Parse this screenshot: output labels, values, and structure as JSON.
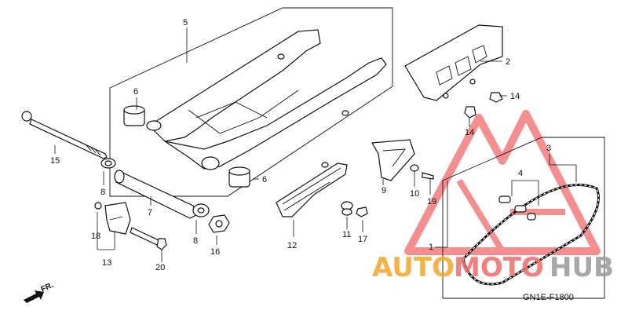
{
  "diagram": {
    "code": "GN1E-F1800",
    "direction_label": "FR.",
    "parts": [
      {
        "id": "p1",
        "number": "1"
      },
      {
        "id": "p2",
        "number": "2"
      },
      {
        "id": "p3",
        "number": "3"
      },
      {
        "id": "p4",
        "number": "4"
      },
      {
        "id": "p5",
        "number": "5"
      },
      {
        "id": "p6a",
        "number": "6"
      },
      {
        "id": "p6b",
        "number": "6"
      },
      {
        "id": "p7",
        "number": "7"
      },
      {
        "id": "p8a",
        "number": "8"
      },
      {
        "id": "p8b",
        "number": "8"
      },
      {
        "id": "p9",
        "number": "9"
      },
      {
        "id": "p10",
        "number": "10"
      },
      {
        "id": "p11",
        "number": "11"
      },
      {
        "id": "p12",
        "number": "12"
      },
      {
        "id": "p13",
        "number": "13"
      },
      {
        "id": "p14a",
        "number": "14"
      },
      {
        "id": "p14b",
        "number": "14"
      },
      {
        "id": "p15",
        "number": "15"
      },
      {
        "id": "p16",
        "number": "16"
      },
      {
        "id": "p17",
        "number": "17"
      },
      {
        "id": "p18",
        "number": "18"
      },
      {
        "id": "p19",
        "number": "19"
      },
      {
        "id": "p20",
        "number": "20"
      }
    ]
  },
  "watermark": {
    "text_a": "AUTO",
    "text_b": "MOTO",
    "text_c": "HUB",
    "color_primary": "#f26a6a",
    "color_secondary": "#f5a623"
  }
}
